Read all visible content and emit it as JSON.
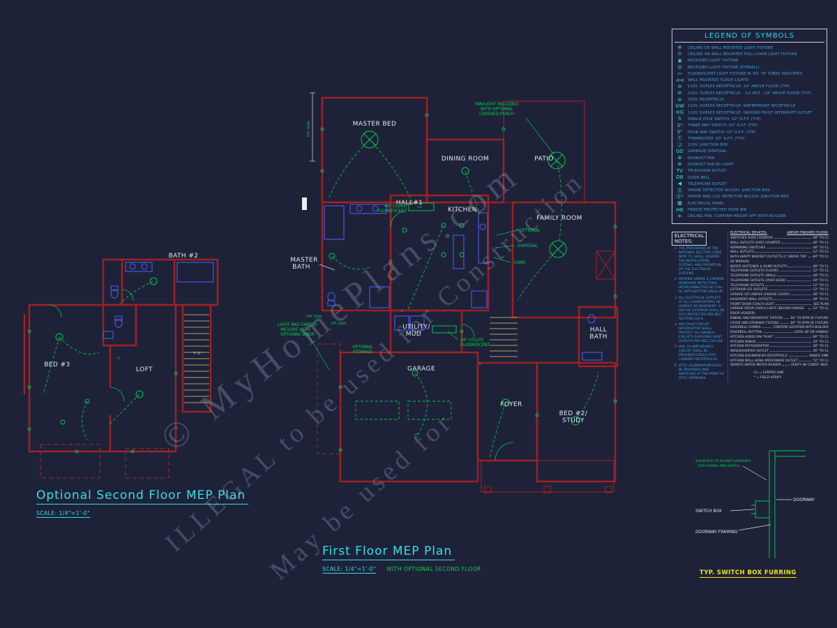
{
  "watermarks": [
    "© MyHomePlans.com",
    "ILLEGAL to be used for Construction",
    "May be used for"
  ],
  "legend": {
    "title": "LEGEND OF SYMBOLS",
    "items": [
      {
        "icon": "⊕",
        "label": "CEILING OR WALL MOUNTED LIGHT FIXTURE"
      },
      {
        "icon": "⊙",
        "label": "CEILING OR WALL MOUNTED PULL CHAIN LIGHT FIXTURE"
      },
      {
        "icon": "◉",
        "label": "RECESSED LIGHT FIXTURE"
      },
      {
        "icon": "◎",
        "label": "RECESSED LIGHT FIXTURE (EYEBALL)"
      },
      {
        "icon": "▭",
        "label": "FLUORESCENT LIGHT FIXTURE W. NO. OF TUBES INDICATED"
      },
      {
        "icon": "⊲⊲",
        "label": "WALL MOUNTED FLOOD LIGHTS"
      },
      {
        "icon": "⊖",
        "label": "110V. DUPLEX RECEPTACLE: 14\" ABOVE FLOOR (TYP)"
      },
      {
        "icon": "⊘",
        "label": "110V. DUPLEX RECEPTACLE - 1/2 HOT ; 14\" ABOVE FLOOR (TYP)"
      },
      {
        "icon": "⊜",
        "label": "220V. RECEPTACLE"
      },
      {
        "icon": "⊖W",
        "label": "110V. DUPLEX RECEPTACLE: WATERPROOF RECEPTACLE"
      },
      {
        "icon": "⊖G",
        "label": "110V. DUPLEX RECEPTACLE: GROUND FAULT INTERRUPT OUTLET"
      },
      {
        "icon": "S",
        "label": "SINGLE POLE SWITCH: 52\" A.F.F. (TYP)"
      },
      {
        "icon": "S³",
        "label": "THREE WAY SWITCH: 52\" A.F.F. (TYP)"
      },
      {
        "icon": "S⁴",
        "label": "FOUR WAY SWITCH: 52\" A.F.F. (TYP)"
      },
      {
        "icon": "Ⓣ",
        "label": "THERMOSTAT: 60\" A.F.F. (TYP)"
      },
      {
        "icon": "Ⓙ",
        "label": "110V. JUNCTION BOX"
      },
      {
        "icon": "GD",
        "label": "GARBAGE DISPOSAL"
      },
      {
        "icon": "⊗",
        "label": "EXHAUST FAN"
      },
      {
        "icon": "⊛",
        "label": "EXHAUST FAN W/ LIGHT"
      },
      {
        "icon": "TV",
        "label": "TELEVISION OUTLET"
      },
      {
        "icon": "DB",
        "label": "DOOR BELL"
      },
      {
        "icon": "◀",
        "label": "TELEPHONE OUTLET"
      },
      {
        "icon": "Ⓢ",
        "label": "SMOKE DETECTOR W/110V. JUNCTION BOX"
      },
      {
        "icon": "Ⓢ²",
        "label": "SMOKE AND CO2  DETECTOR W/110V. JUNCTION BOX"
      },
      {
        "icon": "▦",
        "label": "ELECTRICAL PANEL"
      },
      {
        "icon": "HB",
        "label": "FREEZE PROTECTED HOSE BIB"
      },
      {
        "icon": "✳",
        "label": "CEILING FAN, CONFIRM HEIGHT AFF WITH BUILDER"
      }
    ]
  },
  "notes": {
    "title_line1": "ELECTRICAL",
    "title_line2": "NOTES:",
    "items": [
      "THE PROVISIONS OF THE NATIONAL ELECTRIC CODE, NFPA 70, SHALL GOVERN THE INSTALLATION, TESTING, AND OPERATION OF THE ELECTRICAL SYSTEMS.",
      "PROVIDE SMOKE & CARBON MONOXIDE DETECTORS INTERCONNECTED W/ 110v AC WITH BATTERY BACK-UP.",
      "ALL ELECTRICAL OUTLETS AT ALL COUNTERTOPS, IN GARAGE OR BASEMENT, & ON THE EXTERIOR SHALL BE GFCI PROTECTED PER NEC SECTION 210.8.",
      "ARC-FAULT CIRCUIT INTERRUPTER SHALL PROTECT ALL BRANCH CIRCUITS SUPPLYING MOST OUTLETS PER NEC 210.12B",
      "MIN. 20 AMP BRANCH CIRCUIT SHALL BE PROVIDED SOLELY FOR LAUNDRY RECEPTACLES.",
      "ATTIC ILLUMINATION SHALL BE PROVIDED AND SWITCHED AT THE POINT OF ATTIC ENTRANCE."
    ]
  },
  "devices": {
    "header_left": "ELECTRICAL DEVICES:",
    "header_right": "ABOVE FINISHED FLOOR:",
    "rows": [
      {
        "label": "SWITCHES OVER COUNTER",
        "value": "48\" TO CL"
      },
      {
        "label": "WALL OUTLETS OVER COUNTER",
        "value": "46\" TO CL"
      },
      {
        "label": "REMAINING SWITCHES",
        "value": "48\" TO CL"
      },
      {
        "label": "WALL OUTLETS",
        "value": "12\" TO CL"
      },
      {
        "label": "BATH VANITY BRACKET OUTLETS (1\" ABOVE TOP OF MIRROR)",
        "value": "84\" TO CL"
      },
      {
        "label": "WATER SOFTENER & SUMP OUTLETS",
        "value": "48\" TO CL"
      },
      {
        "label": "TELEPHONE OUTLETS (FLOOR)",
        "value": "12\" TO CL"
      },
      {
        "label": "TELEPHONE OUTLETS (WALL)",
        "value": "48\" TO CL"
      },
      {
        "label": "TELEPHONE OUTLETS (OVER DESK)",
        "value": "18\" TO CL"
      },
      {
        "label": "TELEVISION OUTLETS",
        "value": "12\" TO CL"
      },
      {
        "label": "EXTERIOR GFI OUTLETS",
        "value": "12\" TO CL"
      },
      {
        "label": "GARAGE GFI (ABOVE GARAGE FLOOR)",
        "value": "48\" TO CL"
      },
      {
        "label": "BASEMENT WALL OUTLETS",
        "value": "48\" TO CL"
      },
      {
        "label": "FRONT DOOR COACH LIGHT",
        "value": "SEE PLAN"
      },
      {
        "label": "GARAGE DOOR COACH LIGHT (BELOW GARAGE DOOR HEADER)",
        "value": "12\" TO CL"
      },
      {
        "label": "DINING AND BREAKFAST FIXTURE",
        "value": "66\" TO BTM OF FIXTURE"
      },
      {
        "label": "FOYER AND STAIRWAY FIXTURE",
        "value": "80\" TO BTM OF FIXTURE"
      },
      {
        "label": "DOORBELL CHIMES",
        "value": "CONFIRM LOCATION WITH BUILDER"
      },
      {
        "label": "DOORBELL BUTTON",
        "value": "LEVEL W/ DR HANDLE"
      },
      {
        "label": "KITCHEN HOOD FAN \"RHVF\"",
        "value": "66\" TO CL"
      },
      {
        "label": "KITCHEN RANGE",
        "value": "34\" TO CL"
      },
      {
        "label": "KITCHEN REFRIGERATOR",
        "value": "48\" TO CL"
      },
      {
        "label": "WASHER/DRYER OUTLET",
        "value": "36\" TO CL"
      },
      {
        "label": "KITCHEN DISHWASHER RECEPTACLE:",
        "value": "UNDER SINK"
      },
      {
        "label": "KITCHEN WALL HUNG MICROWAVE OUTLET",
        "value": "72\" TO CL"
      },
      {
        "label": "REMOTE WATER METER READER",
        "value": "VERIFY W/ CONST. MGR."
      }
    ],
    "footnote1": "CL = CENTER LINE",
    "footnote2": "* = FIELD VERIFY"
  },
  "plan2": {
    "rooms": {
      "bath2": "BATH #2",
      "bed3": "BED #3",
      "loft": "LOFT"
    },
    "stair_dim": "7'-2\""
  },
  "plan1": {
    "rooms": {
      "master_bed": "MASTER BED",
      "dining": "DINING ROOM",
      "patio": "PATIO",
      "hall1": "HALL#1",
      "kitchen": "KITCHEN",
      "family": "FAMILY ROOM",
      "master_bath_1": "MASTER",
      "master_bath_2": "BATH",
      "utility_1": "UTILITY/",
      "utility_2": "MUD",
      "garage": "GARAGE",
      "foyer": "FOYER",
      "hall_bath_1": "HALL",
      "hall_bath_2": "BATH",
      "bed2_1": "BED #2/",
      "bed2_2": "STUDY"
    },
    "annotations": {
      "fan1": "FAN/LIGHT INCLUDED",
      "fan2": "WITH OPTIONAL",
      "fan3": "COVERED PORCH",
      "cloud1": "48\" CLOUD",
      "cloud2": "FLUORESCENT",
      "optional": "OPTIONAL",
      "disposal": "DISPOSAL",
      "cans": "CANS",
      "ls1": "LIGHT AND SWITCH",
      "ls2": "INCLUDE WITH",
      "ls3": "OPTIONAL DOOR",
      "st1": "OPTIONAL",
      "st2": "STORAGE",
      "uf1": "48\" UTILITY",
      "uf2": "FLUORESCENT",
      "opt_door": "OPT 3068",
      "sym_s": "S"
    }
  },
  "titles": {
    "second": {
      "title": "Optional Second Floor MEP Plan",
      "scale": "SCALE: 1/4\"=1'-0\""
    },
    "first": {
      "title": "First Floor MEP Plan",
      "scale": "SCALE: 1/4\"=1'-0\"",
      "note": "WITH OPTIONAL SECOND FLOOR"
    }
  },
  "detail": {
    "title": "TYP. SWITCH BOX FURRING",
    "labels": {
      "block1": "2x4 BLOCK TO ALLOW CLEARANCE",
      "block2": "FOR CASING AND SWITCH",
      "switch_box": "SWITCH BOX",
      "doorway": "DOORWAY",
      "framing": "DOORWAY FRAMING"
    }
  }
}
